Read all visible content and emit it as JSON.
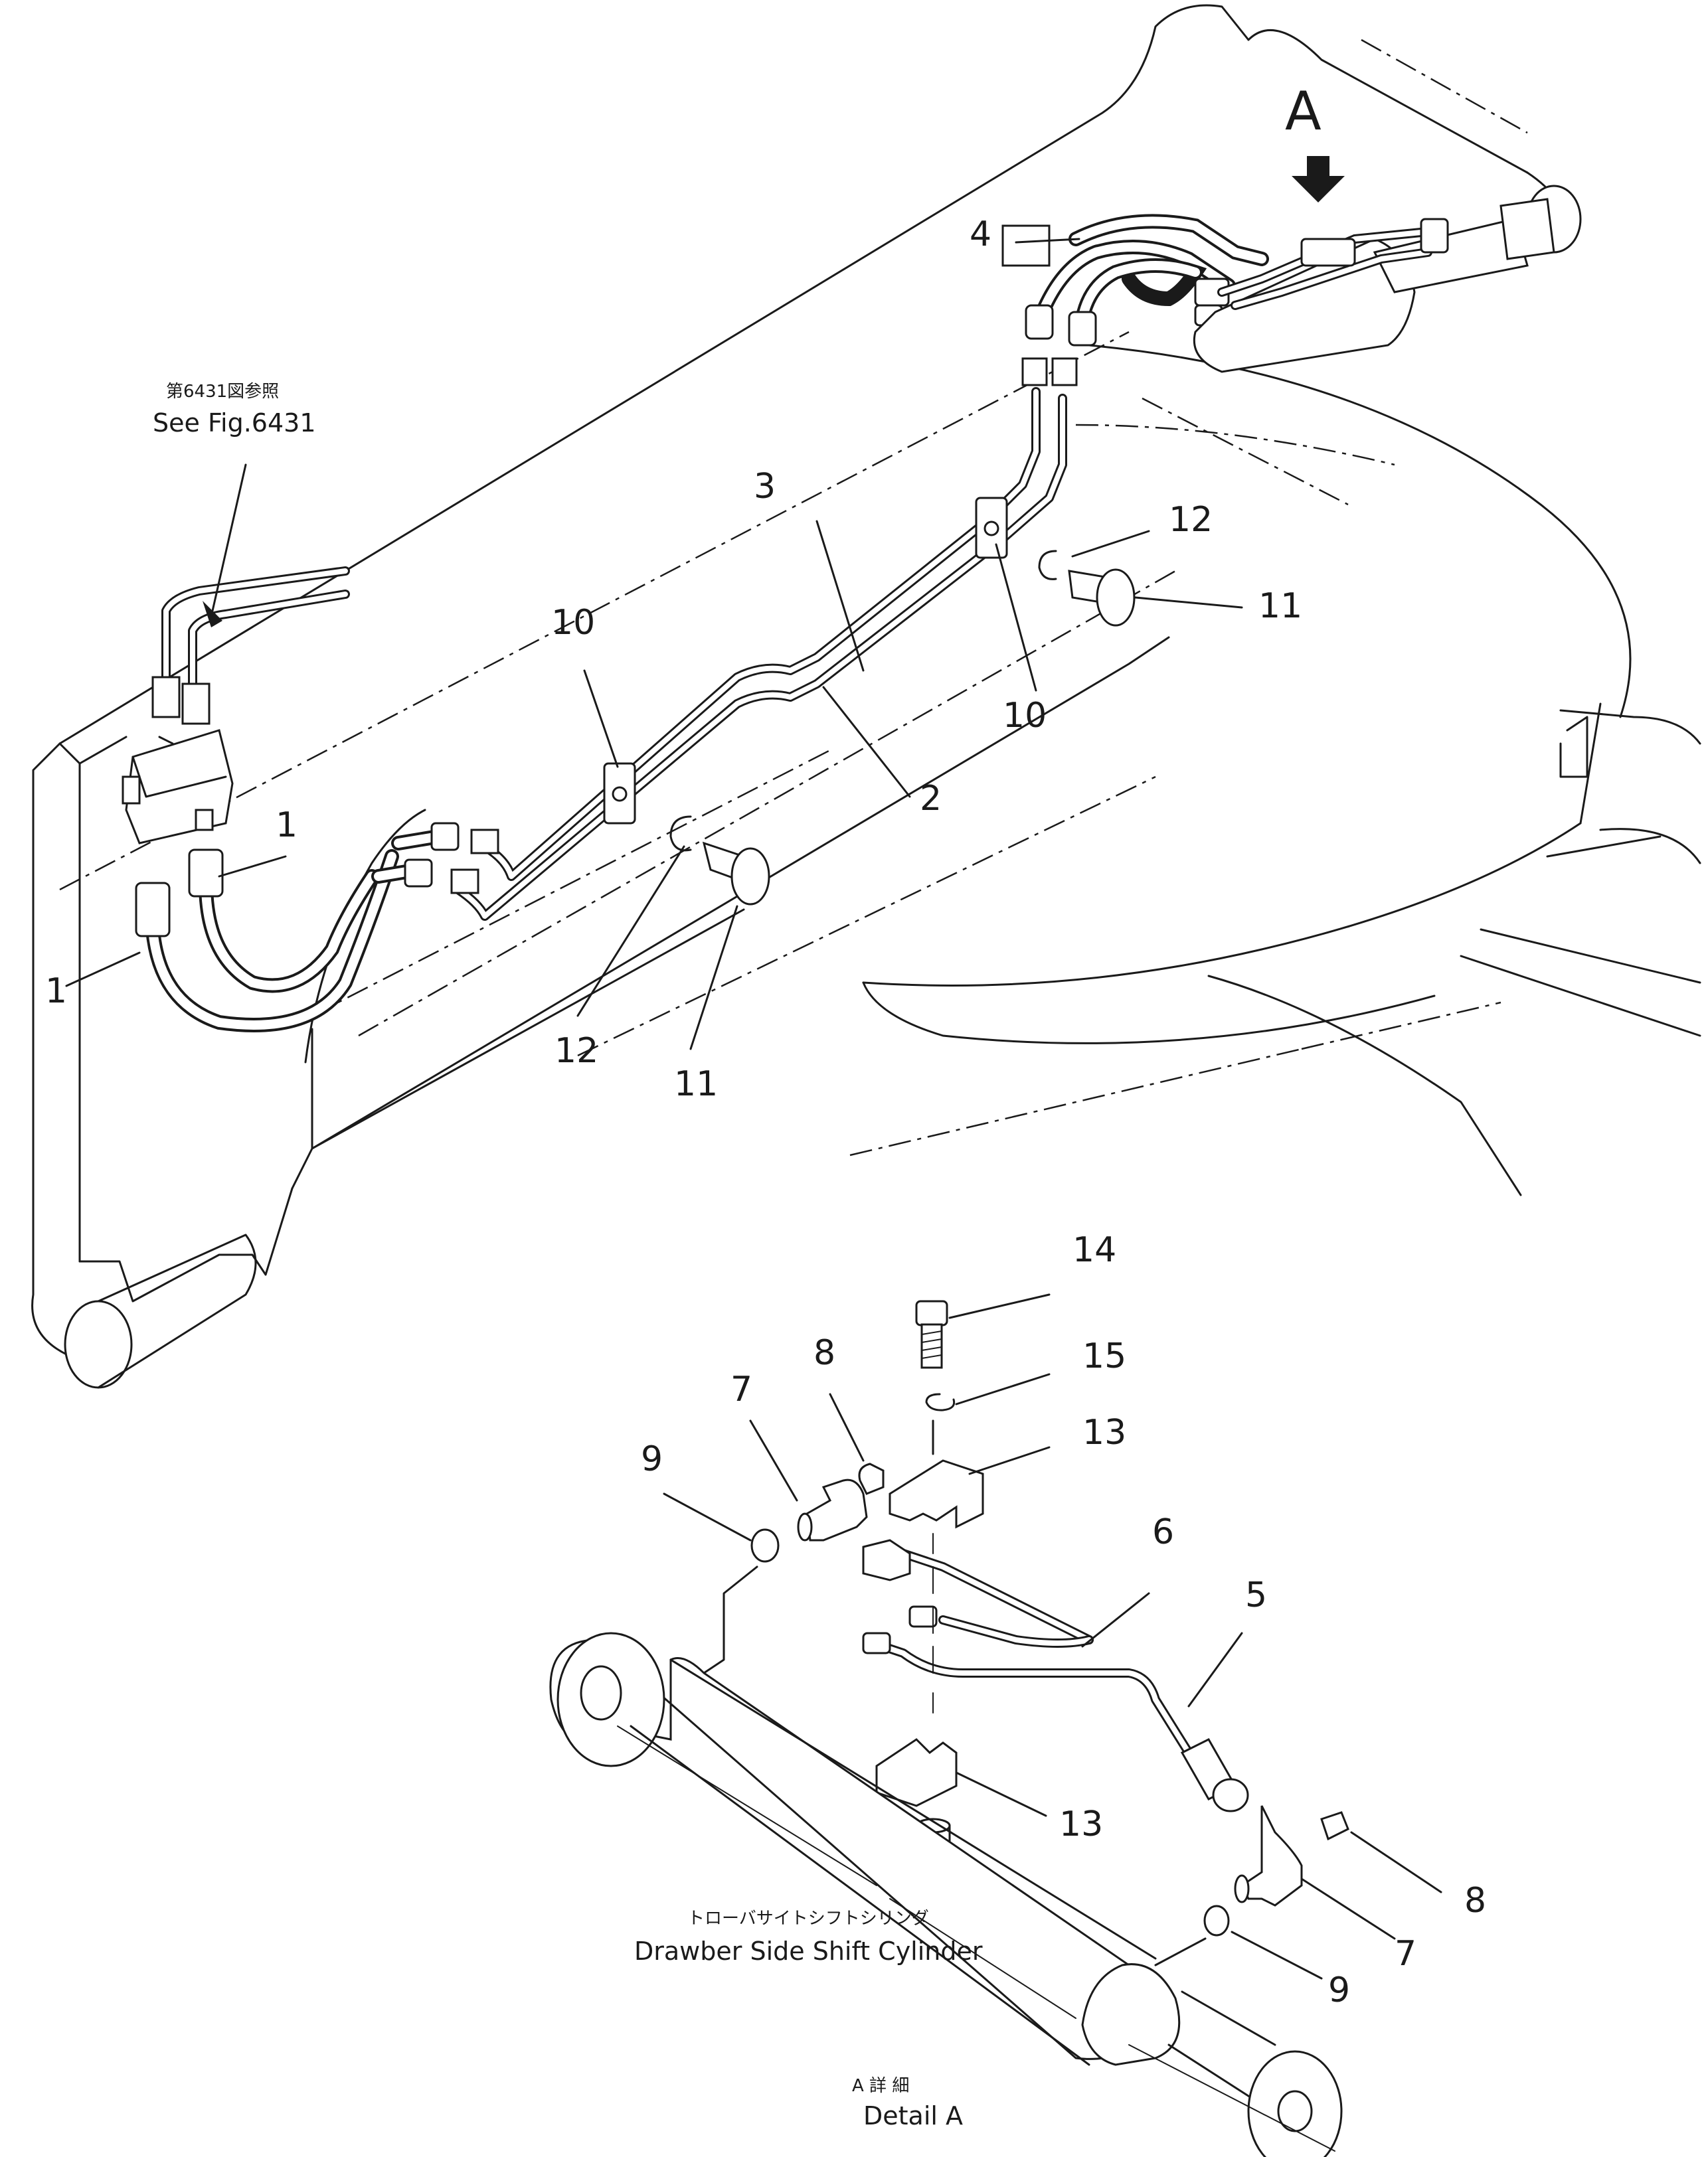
{
  "view_marker": "A",
  "reference": {
    "jp": "第6431図参照",
    "en": "See Fig.6431"
  },
  "callouts_top": {
    "c1a": "1",
    "c1b": "1",
    "c2": "2",
    "c3": "3",
    "c4": "4",
    "c10a": "10",
    "c10b": "10",
    "c11a": "11",
    "c11b": "11",
    "c12a": "12",
    "c12b": "12"
  },
  "callouts_detail": {
    "c5": "5",
    "c6": "6",
    "c7a": "7",
    "c7b": "7",
    "c8a": "8",
    "c8b": "8",
    "c9a": "9",
    "c9b": "9",
    "c13a": "13",
    "c13b": "13",
    "c14": "14",
    "c15": "15"
  },
  "cylinder_caption": {
    "jp": "トローバサイトシフトシリンダ",
    "en": "Drawber Side Shift Cylinder"
  },
  "detail_caption": {
    "jp": "A 詳 細",
    "en": "Detail A"
  }
}
